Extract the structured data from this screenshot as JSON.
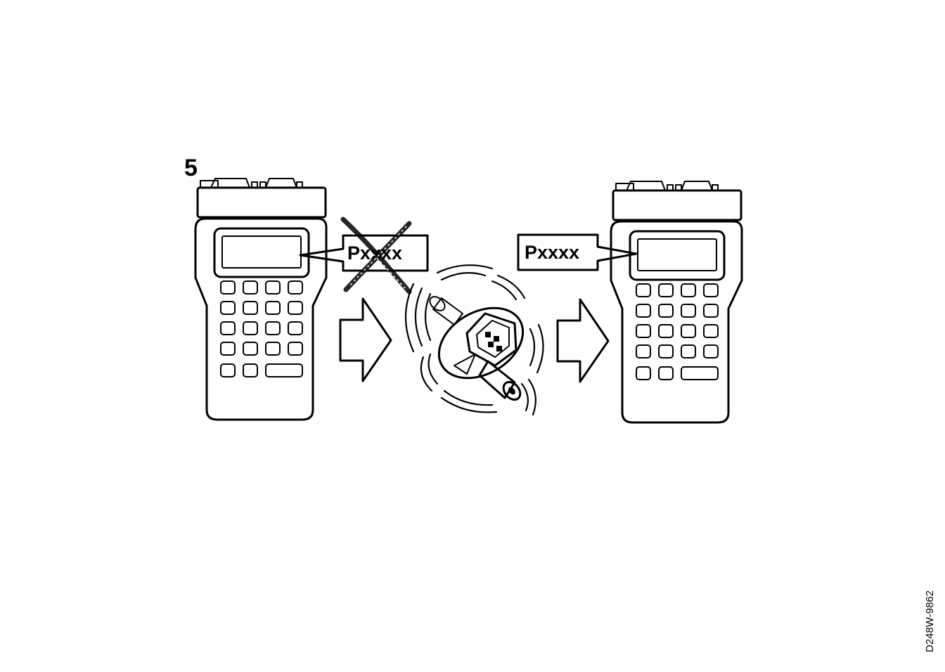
{
  "figure": {
    "number": "5",
    "reference": "D248W-9862"
  },
  "callouts": {
    "old_code": "Pxxxx",
    "new_code": "Pxxxx"
  },
  "icons": {
    "left_device": "handheld-scan-tool-icon",
    "right_device": "handheld-scan-tool-icon",
    "cross": "cross-out-icon",
    "sensor": "vibrating-sensor-icon",
    "arrows": "right-arrow-icon"
  }
}
